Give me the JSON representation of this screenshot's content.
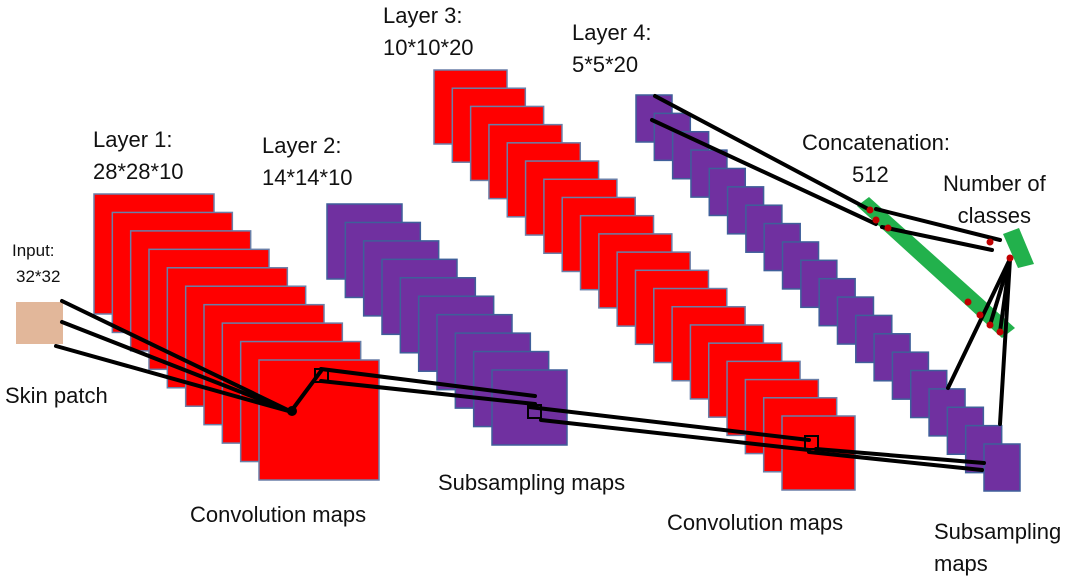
{
  "colors": {
    "conv": "#ff0000",
    "conv_border": "#6a7fa8",
    "subsample": "#7030a0",
    "subsample_border": "#3f5f9a",
    "concat": "#22b14c",
    "line": "#000000",
    "dot": "#c00000",
    "skin": "#e2b79a"
  },
  "input": {
    "line1": "Input:",
    "line2": "32*32",
    "caption": "Skin patch"
  },
  "layer1": {
    "title": "Layer 1:",
    "dims": "28*28*10",
    "map_count": 10
  },
  "layer2": {
    "title": "Layer 2:",
    "dims": "14*14*10",
    "map_count": 10
  },
  "layer3": {
    "title": "Layer 3:",
    "dims": "10*10*20",
    "map_count": 20
  },
  "layer4": {
    "title": "Layer 4:",
    "dims": "5*5*20",
    "map_count": 20
  },
  "concat": {
    "title": "Concatenation:",
    "size": "512"
  },
  "output": {
    "line1": "Number of",
    "line2": "classes"
  },
  "captions": {
    "conv1": "Convolution maps",
    "sub1": "Subsampling maps",
    "conv2": "Convolution maps",
    "sub2_line1": "Subsampling",
    "sub2_line2": "maps"
  }
}
